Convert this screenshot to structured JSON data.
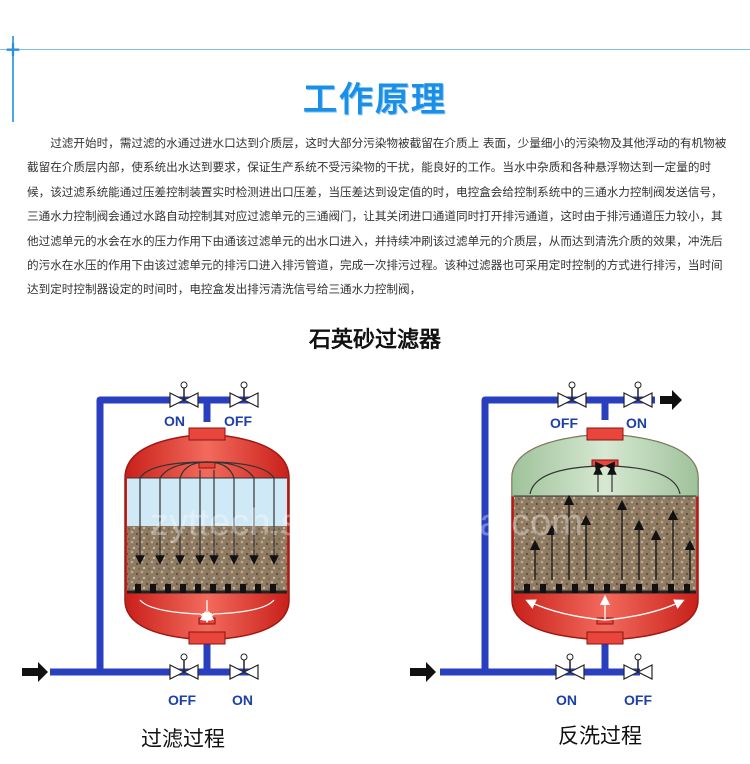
{
  "header": {
    "title": "工作原理"
  },
  "description": "过滤开始时，需过滤的水通过进水口达到介质层，这时大部分污染物被截留在介质上 表面，少量细小的污染物及其他浮动的有机物被截留在介质层内部，使系统出水达到要求，保证生产系统不受污染物的干扰，能良好的工作。当水中杂质和各种悬浮物达到一定量的时候，该过滤系统能通过压差控制装置实时检测进出口压差，当压差达到设定值的时，电控盒会给控制系统中的三通水力控制阀发送信号，三通水力控制阀会通过水路自动控制其对应过滤单元的三通阀门，让其关闭进口通道同时打开排污通道，这时由于排污通道压力较小，其他过滤单元的水会在水的压力作用下由通该过滤单元的出水口进入，并持续冲刷该过滤单元的介质层，从而达到清洗介质的效果，冲洗后的污水在水压的作用下由该过滤单元的排污口进入排污管道，完成一次排污过程。该种过滤器也可采用定时控制的方式进行排污，当时间达到定时控制器设定的时间时，电控盒发出排污清洗信号给三通水力控制阀，",
  "diagram": {
    "title": "石英砂过滤器",
    "watermark": "zyttech.s                 a.com",
    "filtration": {
      "caption": "过滤过程",
      "top_left_valve": "ON",
      "top_right_valve": "OFF",
      "bottom_left_valve": "OFF",
      "bottom_right_valve": "ON"
    },
    "backwash": {
      "caption": "反洗过程",
      "top_left_valve": "OFF",
      "top_right_valve": "ON",
      "bottom_left_valve": "ON",
      "bottom_right_valve": "OFF"
    }
  },
  "colors": {
    "title_blue": "#1a8fe8",
    "pipe_blue": "#2a3fbf",
    "vessel_red": "#e8453c",
    "water_blue": "#cfe9f7",
    "backwash_green": "#b9d6b4",
    "sand_brown": "#8f7a62"
  }
}
